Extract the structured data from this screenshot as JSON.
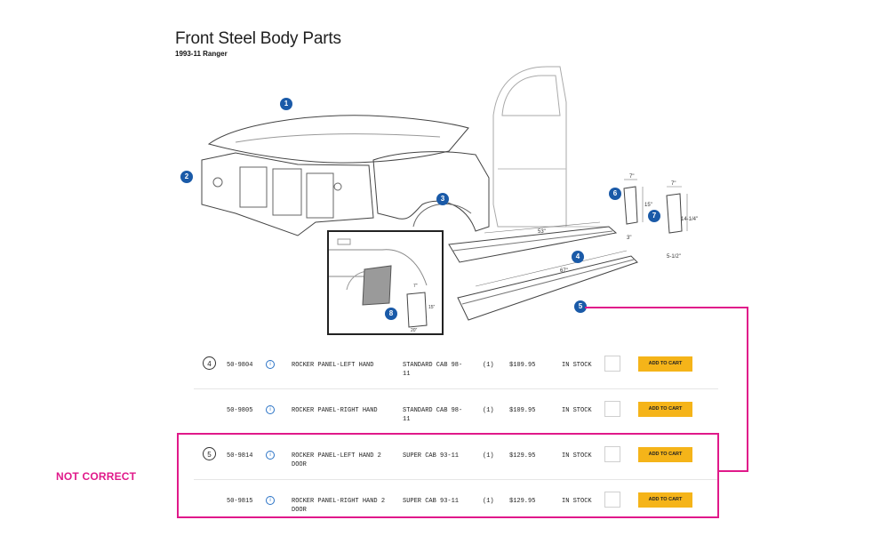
{
  "header": {
    "title": "Front Steel Body Parts",
    "subtitle": "1993-11 Ranger"
  },
  "diagram": {
    "callouts": [
      "1",
      "2",
      "3",
      "4",
      "5",
      "6",
      "7",
      "8"
    ],
    "dimensions": {
      "rocker_left": "53\"",
      "rocker_right": "67\"",
      "part6_width": "7\"",
      "part6_height": "15\"",
      "part6_bottom": "3\"",
      "part7_width": "7\"",
      "part7_height": "14-1/4\"",
      "part7_bottom": "5-1/2\"",
      "part8_width": "7\"",
      "part8_height": "15\"",
      "part8_bottom": "20\""
    }
  },
  "parts_table": {
    "rows": [
      {
        "index": "4",
        "part_no": "50-9804",
        "info": "i",
        "description": "ROCKER PANEL-LEFT HAND",
        "fitment": "STANDARD CAB 98-11",
        "qty": "(1)",
        "price": "$109.95",
        "stock": "IN STOCK",
        "button": "ADD TO CART"
      },
      {
        "index": "",
        "part_no": "50-9805",
        "info": "i",
        "description": "ROCKER PANEL-RIGHT HAND",
        "fitment": "STANDARD CAB 98-11",
        "qty": "(1)",
        "price": "$109.95",
        "stock": "IN STOCK",
        "button": "ADD TO CART"
      },
      {
        "index": "5",
        "part_no": "50-9814",
        "info": "i",
        "description": "ROCKER PANEL-LEFT HAND 2 DOOR",
        "fitment": "SUPER CAB 93-11",
        "qty": "(1)",
        "price": "$129.95",
        "stock": "IN STOCK",
        "button": "ADD TO CART"
      },
      {
        "index": "",
        "part_no": "50-9815",
        "info": "i",
        "description": "ROCKER PANEL-RIGHT HAND 2 DOOR",
        "fitment": "SUPER CAB 93-11",
        "qty": "(1)",
        "price": "$129.95",
        "stock": "IN STOCK",
        "button": "ADD TO CART"
      }
    ]
  },
  "annotation": {
    "label": "NOT CORRECT",
    "color": "#e0198a"
  },
  "colors": {
    "accent_blue": "#1a5aa8",
    "button_yellow": "#f5b419"
  }
}
